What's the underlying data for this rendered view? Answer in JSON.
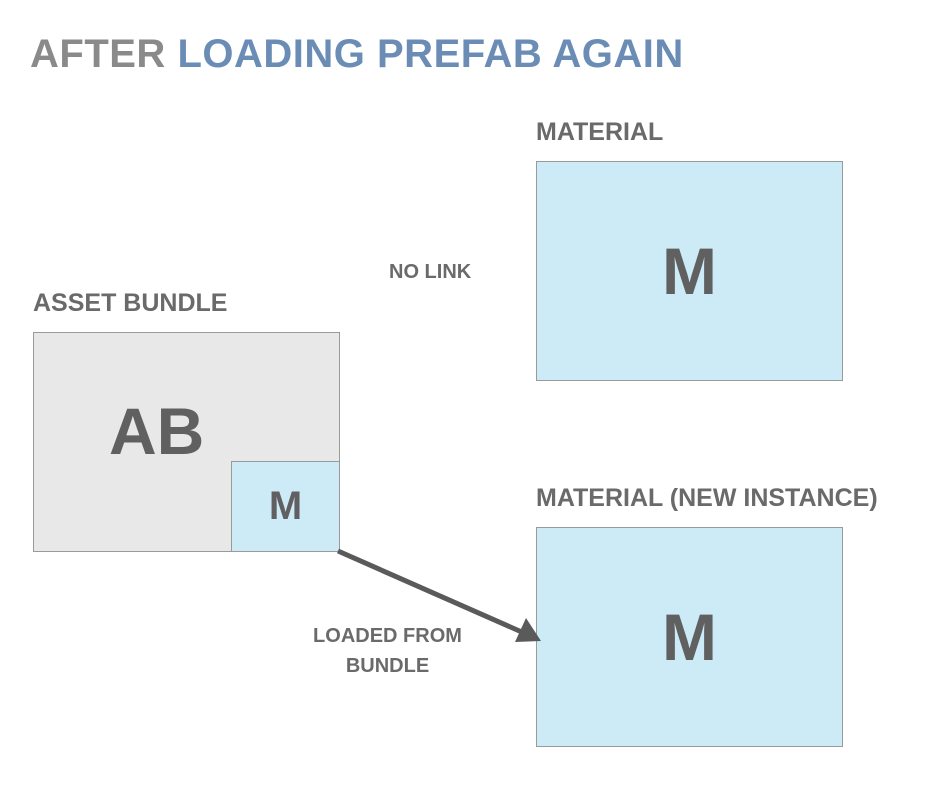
{
  "title": {
    "part1": "AFTER",
    "part2": "LOADING PREFAB AGAIN"
  },
  "asset_bundle": {
    "label": "ASSET BUNDLE",
    "main_text": "AB",
    "inner_text": "M"
  },
  "material_top": {
    "label": "MATERIAL",
    "text": "M"
  },
  "material_bottom": {
    "label": "MATERIAL (NEW INSTANCE)",
    "text": "M"
  },
  "no_link_label": "NO LINK",
  "loaded_label": {
    "line1": "LOADED FROM",
    "line2": "BUNDLE"
  },
  "colors": {
    "title_gray": "#8a8a8a",
    "title_blue": "#6b8db5",
    "gray_box": "#e8e8e8",
    "blue_box": "#cdebf7",
    "arrow": "#5a5a5a"
  }
}
